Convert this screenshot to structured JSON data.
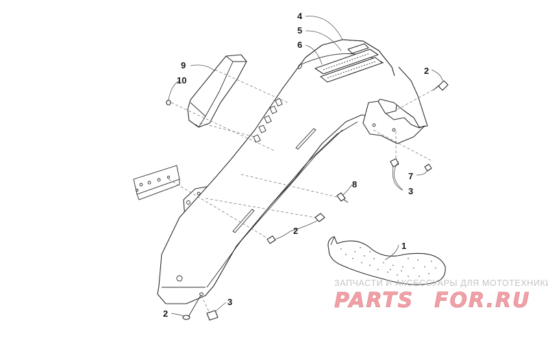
{
  "callouts": {
    "c1": "1",
    "c2a": "2",
    "c2b": "2",
    "c2c": "2",
    "c3a": "3",
    "c3b": "3",
    "c4": "4",
    "c5": "5",
    "c6": "6",
    "c7": "7",
    "c8": "8",
    "c9": "9",
    "c10": "10"
  },
  "watermark": {
    "tagline": "ЗАПЧАСТИ И АКСЕССУАРЫ ДЛЯ МОТОТЕХНИКИ",
    "brand_left": "PARTS",
    "brand_right": "FOR.RU",
    "brand_color": "#f0a0a6",
    "brand_outline": "#d77c84"
  },
  "colors": {
    "line": "#2a2a2a",
    "background": "#ffffff"
  }
}
